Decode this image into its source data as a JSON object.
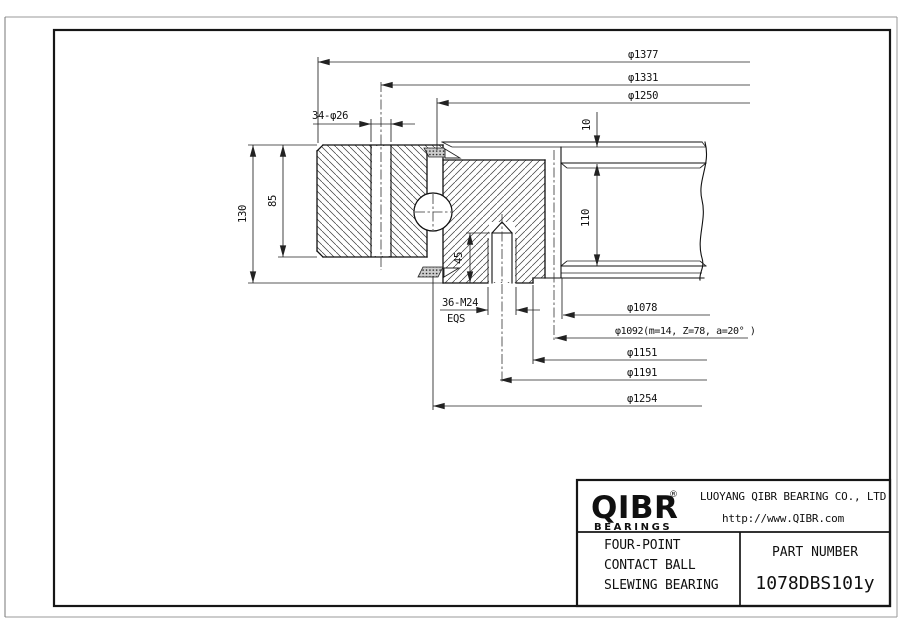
{
  "drawing": {
    "top_dims": {
      "d1377": "φ1377",
      "d1331": "φ1331",
      "d1250": "φ1250",
      "bolt_holes_outer": "34-φ26",
      "offset10": "10"
    },
    "left_dims": {
      "h130": "130",
      "h85": "85"
    },
    "mid_dims": {
      "h110": "110",
      "depth45": "45"
    },
    "bottom_dims": {
      "tapped_holes": "36-M24",
      "eqs": "EQS",
      "d1078": "φ1078",
      "d1092": "φ1092(m=14, Z=78, a=20° )",
      "d1151": "φ1151",
      "d1191": "φ1191",
      "d1254": "φ1254"
    }
  },
  "title_block": {
    "brand": "QIBR",
    "registered": "®",
    "brand_sub": "BEARINGS",
    "company": "LUOYANG QIBR BEARING CO., LTD",
    "website": "http://www.QIBR.com",
    "product": {
      "line1": "FOUR-POINT",
      "line2": "CONTACT BALL",
      "line3": "SLEWING BEARING"
    },
    "part_number_label": "PART  NUMBER",
    "part_number": "1078DBS101y"
  },
  "colors": {
    "line": "#111111",
    "background": "#ffffff"
  }
}
